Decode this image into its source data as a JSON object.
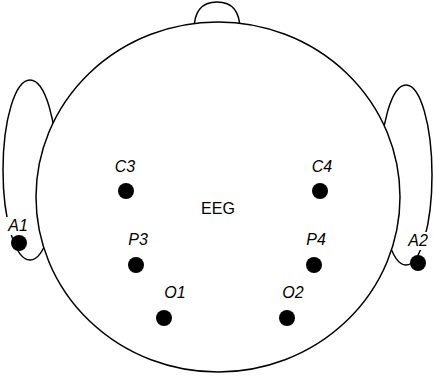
{
  "diagram": {
    "labels": [
      "C3",
      "C4",
      "EEG",
      "A1",
      "A2",
      "P3",
      "P4",
      "O1",
      "O2"
    ]
  }
}
